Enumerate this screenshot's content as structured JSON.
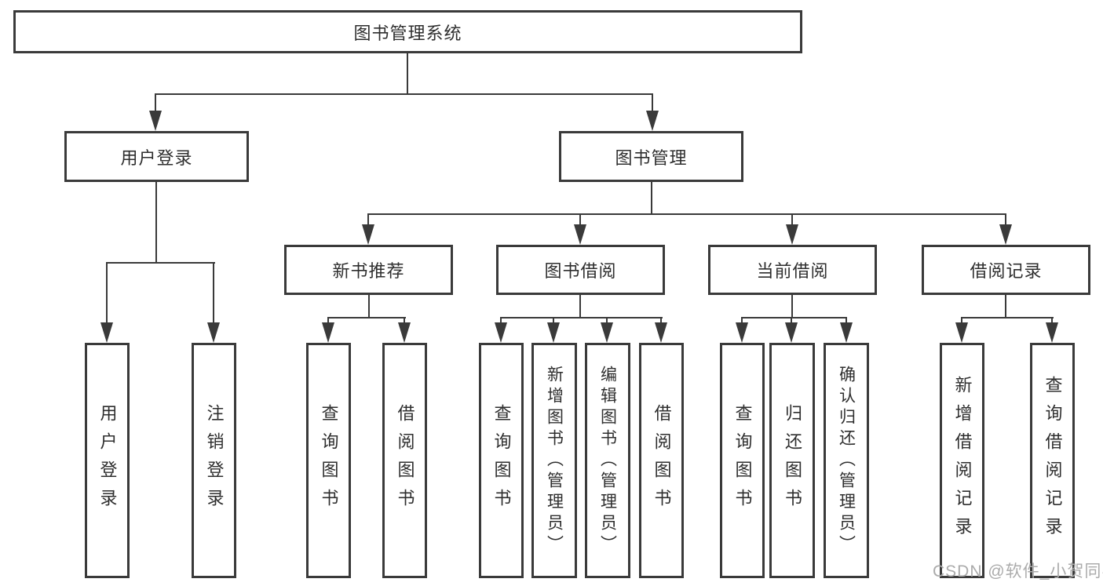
{
  "diagram": {
    "title": "图书管理系统",
    "root": {
      "label": "图书管理系统"
    },
    "level2": [
      {
        "label": "用户登录"
      },
      {
        "label": "图书管理"
      }
    ],
    "level3": [
      {
        "label": "新书推荐"
      },
      {
        "label": "图书借阅"
      },
      {
        "label": "当前借阅"
      },
      {
        "label": "借阅记录"
      }
    ],
    "leaves": [
      {
        "label": "用户登录"
      },
      {
        "label": "注销登录"
      },
      {
        "label": "查询图书"
      },
      {
        "label": "借阅图书"
      },
      {
        "label": "查询图书"
      },
      {
        "label": "新增图书（管理员）"
      },
      {
        "label": "编辑图书（管理员）"
      },
      {
        "label": "借阅图书"
      },
      {
        "label": "查询图书"
      },
      {
        "label": "归还图书"
      },
      {
        "label": "确认归还（管理员）"
      },
      {
        "label": "新增借阅记录"
      },
      {
        "label": "查询借阅记录"
      }
    ],
    "edges": [
      "图书管理系统→用户登录",
      "图书管理系统→图书管理",
      "用户登录→用户登录",
      "用户登录→注销登录",
      "图书管理→新书推荐",
      "图书管理→图书借阅",
      "图书管理→当前借阅",
      "图书管理→借阅记录",
      "新书推荐→查询图书",
      "新书推荐→借阅图书",
      "图书借阅→查询图书",
      "图书借阅→新增图书（管理员）",
      "图书借阅→编辑图书（管理员）",
      "图书借阅→借阅图书",
      "当前借阅→查询图书",
      "当前借阅→归还图书",
      "当前借阅→确认归还（管理员）",
      "借阅记录→新增借阅记录",
      "借阅记录→查询借阅记录"
    ]
  },
  "watermark": {
    "text": "CSDN @软件_小贺同学"
  },
  "colors": {
    "line": "#3a3a3a",
    "text": "#2e2e2e",
    "watermark": "#ababab",
    "background": "#ffffff"
  }
}
